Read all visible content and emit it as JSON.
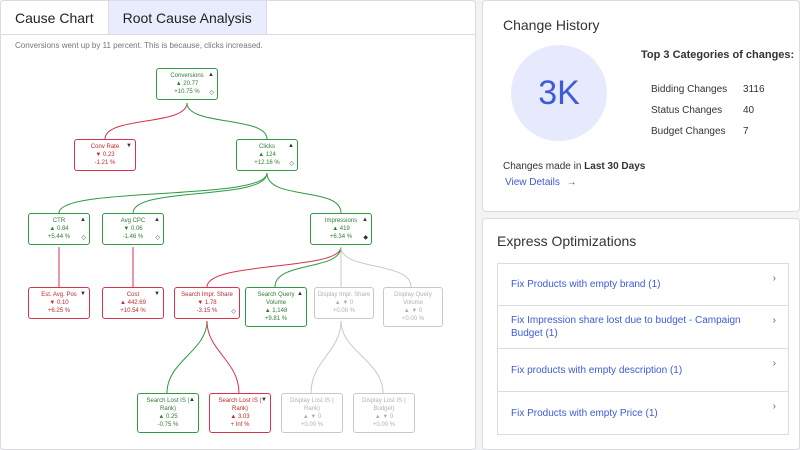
{
  "tabs": [
    {
      "label": "Cause Chart"
    },
    {
      "label": "Root Cause Analysis"
    }
  ],
  "summary": "Conversions went up by 11 percent. This is because, clicks increased.",
  "tree": {
    "nodes": [
      {
        "id": "conversions",
        "name": "Conversions",
        "value": "▲ 20.77",
        "change": "+10.75 %",
        "status": "green"
      },
      {
        "id": "conv-rate",
        "name": "Conv Rate",
        "value": "▼ 0.23",
        "change": "-1.21 %",
        "status": "red"
      },
      {
        "id": "clicks",
        "name": "Clicks",
        "value": "▲ 124",
        "change": "+12.16 %",
        "status": "green"
      },
      {
        "id": "ctr",
        "name": "CTR",
        "value": "▲ 0.84",
        "change": "+5.44 %",
        "status": "green"
      },
      {
        "id": "avg-cpc",
        "name": "Avg CPC",
        "value": "▼ 0.06",
        "change": "-1.46 %",
        "status": "green"
      },
      {
        "id": "impressions",
        "name": "Impressions",
        "value": "▲ 419",
        "change": "+6.34 %",
        "status": "green"
      },
      {
        "id": "est-avg-pos",
        "name": "Est. Avg. Pos",
        "value": "▼ 0.10",
        "change": "+6.25 %",
        "status": "red"
      },
      {
        "id": "cost",
        "name": "Cost",
        "value": "▲ 442.69",
        "change": "+10.54 %",
        "status": "red"
      },
      {
        "id": "search-impr-share",
        "name": "Search Impr. Share",
        "value": "▼ 1.78",
        "change": "-3.15 %",
        "status": "red"
      },
      {
        "id": "search-query-volume",
        "name": "Search Query Volume",
        "value": "▲ 1,148",
        "change": "+9.81 %",
        "status": "green"
      },
      {
        "id": "display-impr-share",
        "name": "Display Impr. Share",
        "value": "▲ ▼ 0",
        "change": "+0.00 %",
        "status": "gray"
      },
      {
        "id": "display-query-volume",
        "name": "Display Query Volume",
        "value": "▲ ▼ 0",
        "change": "+0.00 %",
        "status": "gray"
      },
      {
        "id": "search-lost-is-rank-g",
        "name": "Search Lost IS ( Rank)",
        "value": "▲ 0.25",
        "change": "-0.75 %",
        "status": "green"
      },
      {
        "id": "search-lost-is-rank-r",
        "name": "Search Lost IS ( Rank)",
        "value": "▲ 3.03",
        "change": "+ Inf %",
        "status": "red"
      },
      {
        "id": "display-lost-is-rank",
        "name": "Display Lost IS ( Rank)",
        "value": "▲ ▼ 0",
        "change": "+0.00 %",
        "status": "gray"
      },
      {
        "id": "display-lost-is-budget",
        "name": "Display Lost IS ( Budget)",
        "value": "▲ ▼ 0",
        "change": "+0.00 %",
        "status": "gray"
      }
    ]
  },
  "history": {
    "title": "Change History",
    "total": "3K",
    "top3_title": "Top 3 Categories of changes:",
    "categories": [
      {
        "label": "Bidding Changes",
        "count": "3116"
      },
      {
        "label": "Status Changes",
        "count": "40"
      },
      {
        "label": "Budget Changes",
        "count": "7"
      }
    ],
    "changes_made_prefix": "Changes made in ",
    "changes_made_period": "Last 30 Days",
    "view_details": "View Details",
    "view_details_arrow": "→"
  },
  "express": {
    "title": "Express Optimizations",
    "items": [
      {
        "label": "Fix Products with empty brand (1)"
      },
      {
        "label": "Fix Impression share lost due to budget - Campaign Budget (1)"
      },
      {
        "label": "Fix products with empty description (1)"
      },
      {
        "label": "Fix Products with empty Price (1)"
      }
    ],
    "chevron": "›"
  },
  "icons": {
    "thumb_up": "thumbs-up-icon",
    "thumb_down": "thumbs-down-icon",
    "expand": "expand-icon"
  }
}
